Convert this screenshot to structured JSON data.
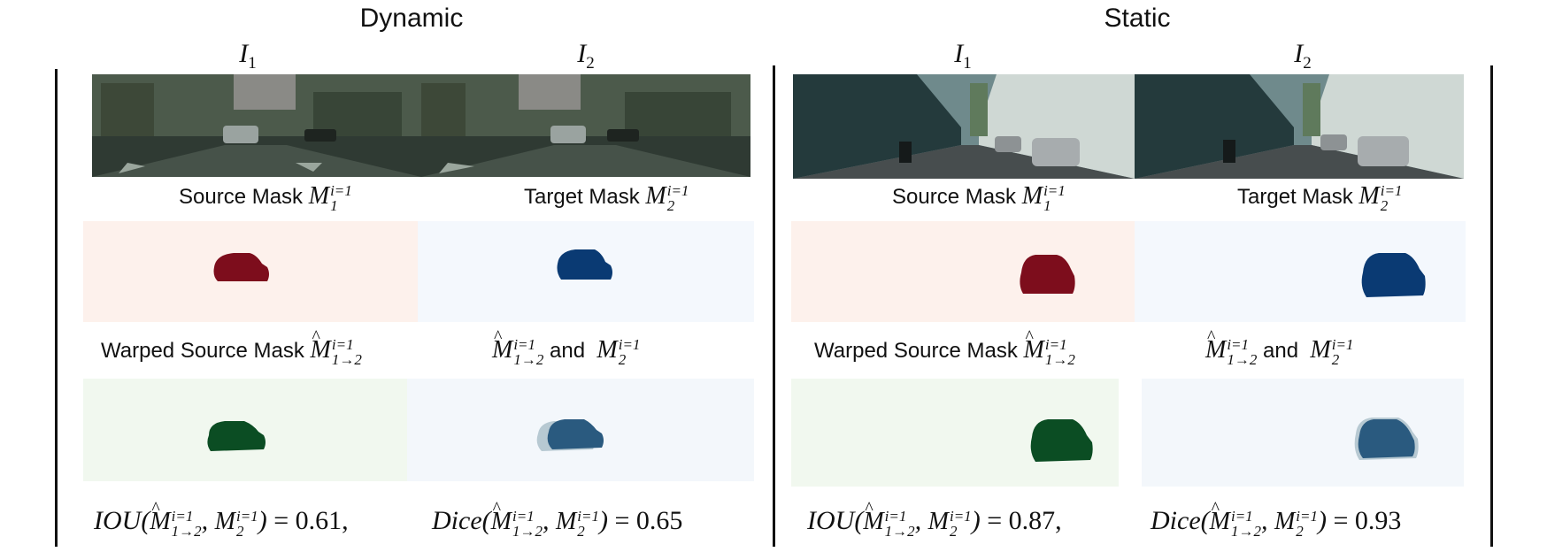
{
  "sections": {
    "dynamic_title": "Dynamic",
    "static_title": "Static"
  },
  "columns": {
    "i1": "I",
    "i1_sub": "1",
    "i2": "I",
    "i2_sub": "2"
  },
  "captions": {
    "source_mask": "Source Mask",
    "target_mask": "Target Mask",
    "warped_source_mask": "Warped Source Mask",
    "and": "and",
    "m": "M",
    "sup": "i=1",
    "sub_1": "1",
    "sub_2": "2",
    "sub_warp": "1→2"
  },
  "metrics": {
    "dynamic_iou_label": "IOU",
    "dynamic_iou_value": "= 0.61,",
    "dynamic_dice_label": "Dice",
    "dynamic_dice_value": "= 0.65",
    "static_iou_label": "IOU",
    "static_iou_value": "= 0.87,",
    "static_dice_label": "Dice",
    "static_dice_value": "= 0.93"
  },
  "colors": {
    "source_mask_bg": "#fdf1ec",
    "source_mask": "#7d0d1c",
    "target_mask_bg": "#f4f8fd",
    "target_mask": "#0a3a73",
    "warped_mask_bg": "#f1f8ef",
    "warped_mask": "#0b4d23",
    "overlay_bg": "#f3f7fb",
    "overlay_mask": "#2a5a7f",
    "overlay_ghost": "#b7c9d2"
  }
}
